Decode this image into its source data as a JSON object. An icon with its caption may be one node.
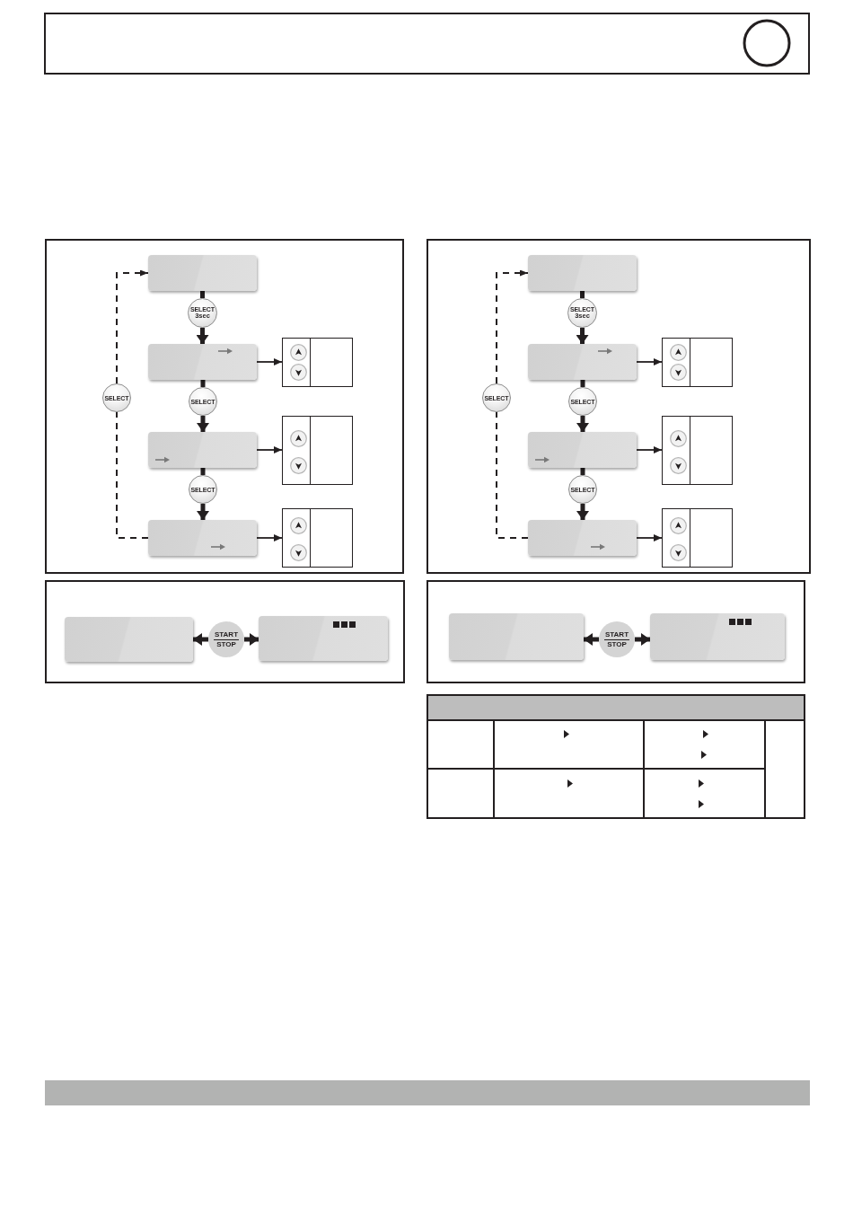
{
  "diagram": {
    "nodes": [
      {
        "text": [],
        "shape": "box"
      },
      {
        "text": [],
        "shape": "box",
        "in": 0
      },
      {
        "text": [
          "SELECT",
          "3sec"
        ],
        "in": 0
      },
      {
        "text": [],
        "shape": "box",
        "in": 0
      },
      {
        "text": [],
        "shape": "box",
        "in": 0
      },
      {
        "text": [
          "SELECT"
        ],
        "in": 0
      },
      {
        "text": [
          "SELECT"
        ],
        "in": 0
      },
      {
        "text": [],
        "shape": "box",
        "in": 0
      },
      {
        "text": [],
        "shape": "box",
        "in": 0
      },
      {
        "text": [
          "SELECT"
        ],
        "in": 0
      },
      {
        "text": [],
        "shape": "box",
        "in": 0
      },
      {
        "text": [],
        "shape": "box",
        "in": 0
      },
      {
        "text": [],
        "shape": "box"
      },
      {
        "text": [],
        "shape": "box",
        "in": 12
      },
      {
        "text": [
          "SELECT",
          "3sec"
        ],
        "in": 12
      },
      {
        "text": [],
        "shape": "box",
        "in": 12
      },
      {
        "text": [],
        "shape": "box",
        "in": 12
      },
      {
        "text": [
          "SELECT"
        ],
        "in": 12
      },
      {
        "text": [
          "SELECT"
        ],
        "in": 12
      },
      {
        "text": [],
        "shape": "box",
        "in": 12
      },
      {
        "text": [],
        "shape": "box",
        "in": 12
      },
      {
        "text": [
          "SELECT"
        ],
        "in": 12
      },
      {
        "text": [],
        "shape": "box",
        "in": 12
      },
      {
        "text": [],
        "shape": "box",
        "in": 12
      },
      {
        "text": [],
        "shape": "box"
      },
      {
        "text": [],
        "shape": "box",
        "in": 24
      },
      {
        "text": [
          "START",
          "STOP"
        ],
        "in": 24
      },
      {
        "text": [],
        "shape": "box",
        "in": 24
      },
      {
        "text": [],
        "shape": "box"
      },
      {
        "text": [],
        "shape": "box",
        "in": 28
      },
      {
        "text": [
          "START",
          "STOP"
        ],
        "in": 28
      },
      {
        "text": [],
        "shape": "box",
        "in": 28
      },
      {
        "text": [],
        "shape": "bar"
      }
    ],
    "edges": [
      {
        "from": 1,
        "to": 2,
        "arrow": "none"
      },
      {
        "from": 2,
        "to": 3,
        "arrow": "to"
      },
      {
        "from": 3,
        "to": 4,
        "arrow": "to"
      },
      {
        "from": 3,
        "to": 6,
        "arrow": "none"
      },
      {
        "from": 6,
        "to": 7,
        "arrow": "to"
      },
      {
        "from": 7,
        "to": 8,
        "arrow": "to"
      },
      {
        "from": 7,
        "to": 9,
        "arrow": "none"
      },
      {
        "from": 9,
        "to": 10,
        "arrow": "to"
      },
      {
        "from": 10,
        "to": 11,
        "arrow": "to"
      },
      {
        "from": 10,
        "to": 5,
        "arrow": "none",
        "style": "dashed"
      },
      {
        "from": 5,
        "to": 1,
        "arrow": "to",
        "style": "dashed"
      },
      {
        "from": 13,
        "to": 14,
        "arrow": "none"
      },
      {
        "from": 14,
        "to": 15,
        "arrow": "to"
      },
      {
        "from": 15,
        "to": 16,
        "arrow": "to"
      },
      {
        "from": 15,
        "to": 18,
        "arrow": "none"
      },
      {
        "from": 18,
        "to": 19,
        "arrow": "to"
      },
      {
        "from": 19,
        "to": 20,
        "arrow": "to"
      },
      {
        "from": 19,
        "to": 21,
        "arrow": "none"
      },
      {
        "from": 21,
        "to": 22,
        "arrow": "to"
      },
      {
        "from": 22,
        "to": 23,
        "arrow": "to"
      },
      {
        "from": 22,
        "to": 17,
        "arrow": "none",
        "style": "dashed"
      },
      {
        "from": 17,
        "to": 13,
        "arrow": "to",
        "style": "dashed"
      },
      {
        "from": 26,
        "to": 25,
        "arrow": "to"
      },
      {
        "from": 26,
        "to": 27,
        "arrow": "to"
      },
      {
        "from": 30,
        "to": 29,
        "arrow": "to"
      },
      {
        "from": 30,
        "to": 31,
        "arrow": "to"
      }
    ]
  }
}
